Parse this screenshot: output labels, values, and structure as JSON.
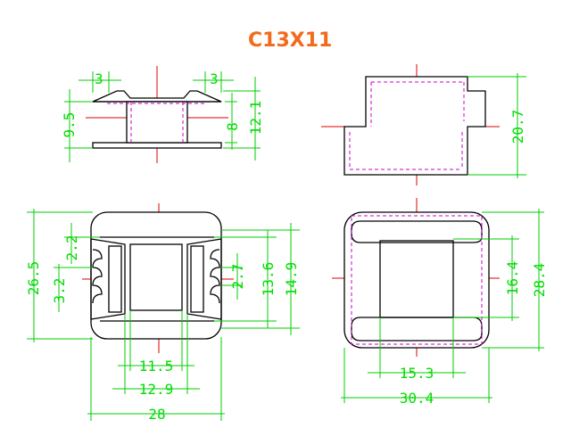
{
  "title": "C13X11",
  "colors": {
    "title": "#f26a1b",
    "dimension": "#00dd00",
    "outline": "#000000",
    "hidden_line": "#cc00cc",
    "center_line": "#dd0000"
  },
  "views": {
    "front": {
      "dims": {
        "flange_left": "3",
        "flange_right": "3",
        "height_left": "9.5",
        "inner": "8",
        "height_right": "12.1"
      }
    },
    "side": {
      "dims": {
        "height": "20.7"
      }
    },
    "bottom": {
      "dims": {
        "pin_top": "2.2",
        "pin_side": "3.2",
        "pin_right": "2.7",
        "inner_h": "13.6",
        "outer_h": "14.9",
        "height": "26.5",
        "window": "11.5",
        "inner_w": "12.9",
        "width": "28"
      }
    },
    "top": {
      "dims": {
        "core_h": "16.4",
        "height": "28.4",
        "core_w": "15.3",
        "width": "30.4"
      }
    }
  }
}
